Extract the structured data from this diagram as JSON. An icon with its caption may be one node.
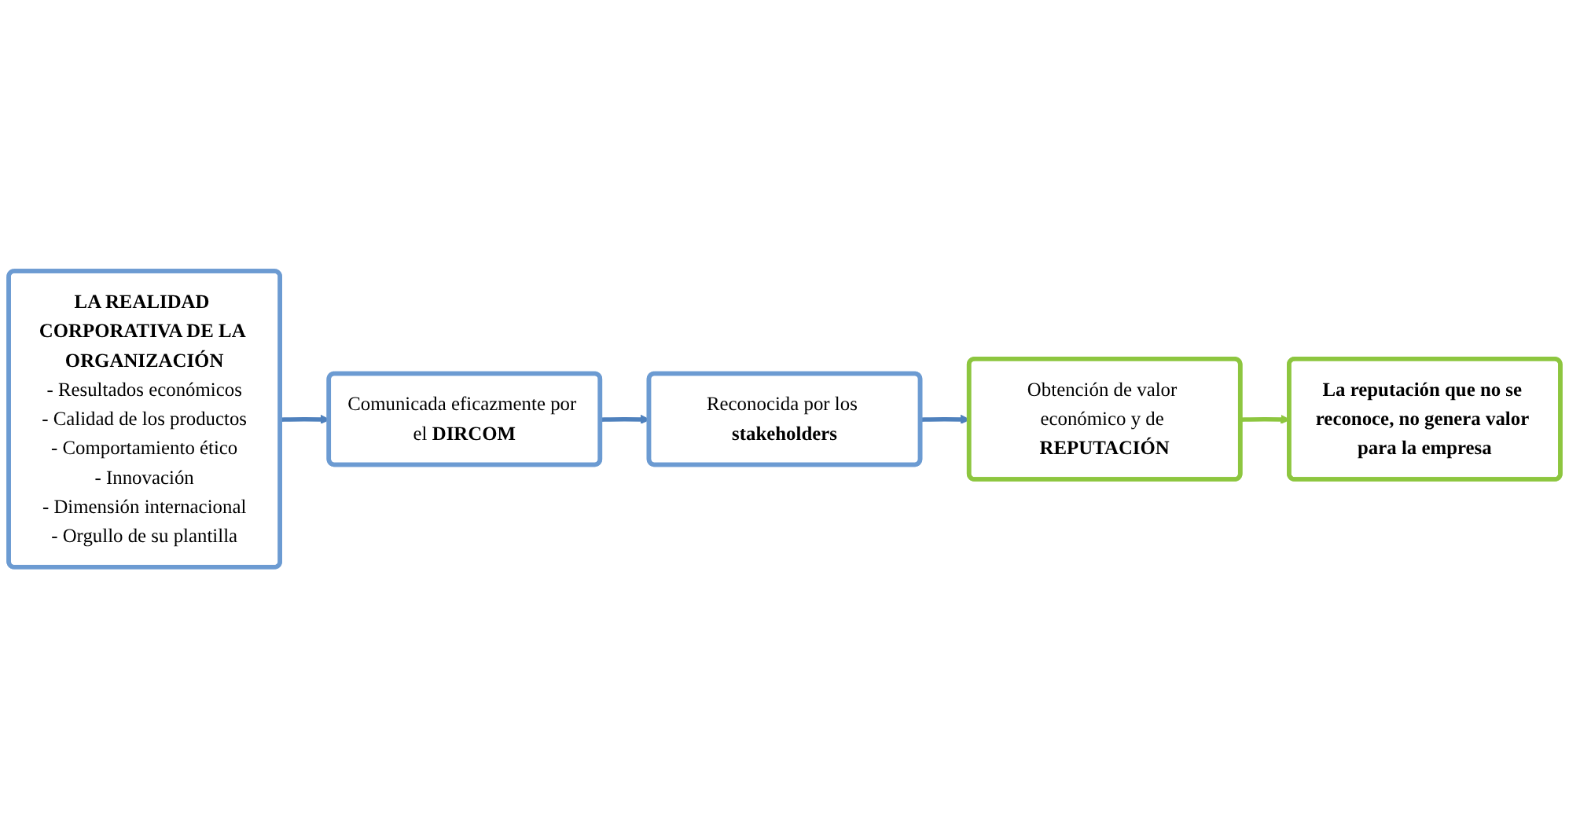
{
  "diagram": {
    "nodes": [
      {
        "text": [
          "LA REALIDAD CORPORATIVA DE LA ORGANIZACIÓN",
          "- Resultados económicos",
          "- Calidad de los productos",
          "- Comportamiento ético",
          "- Innovación",
          "- Dimensión internacional",
          "- Orgullo de su plantilla"
        ]
      },
      {
        "text": [
          "Comunicada eficazmente por el **DIRCOM**"
        ]
      },
      {
        "text": [
          "Reconocida por los **stakeholders**"
        ]
      },
      {
        "text": [
          "Obtención de valor económico y de **REPUTACIÓN**"
        ]
      },
      {
        "text": [
          "La reputación que no se reconoce, no genera valor para la empresa"
        ]
      }
    ],
    "edges": [
      {
        "from": 0,
        "to": 1,
        "arrow": "to"
      },
      {
        "from": 1,
        "to": 2,
        "arrow": "to"
      },
      {
        "from": 2,
        "to": 3,
        "arrow": "to"
      },
      {
        "from": 3,
        "to": 4,
        "arrow": "to",
        "color": "#8dc63f"
      }
    ]
  }
}
